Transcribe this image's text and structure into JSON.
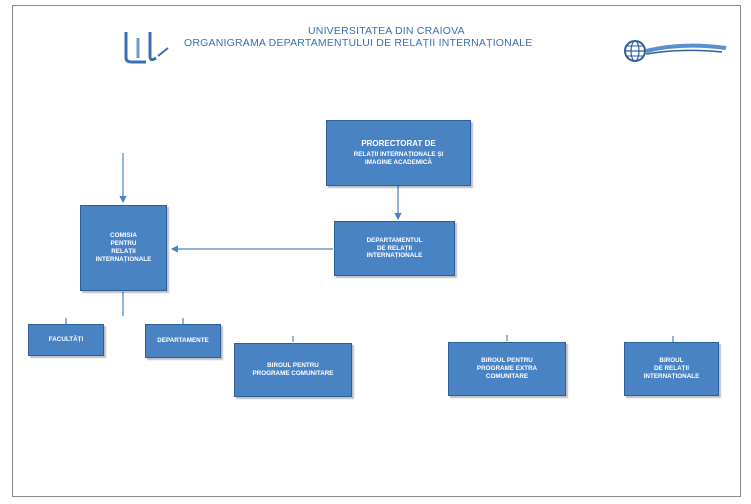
{
  "header": {
    "line1": "UNIVERSITATEA DIN CRAIOVA",
    "line2": "ORGANIGRAMA DEPARTAMENTULUI DE RELAȚII INTERNAȚIONALE"
  },
  "logos": {
    "left": "university-logo",
    "right": "globe-logo"
  },
  "colors": {
    "box": "#4a83c4",
    "line": "#4a83c4",
    "title": "#3a6fb0"
  },
  "nodes": {
    "prorectorat": {
      "title": "PRORECTORAT DE",
      "line1": "RELAȚII INTERNAȚIONALE ȘI",
      "line2": "IMAGINE ACADEMICĂ"
    },
    "departament": {
      "line1": "DEPARTAMENTUL",
      "line2": "DE RELAȚII",
      "line3": "INTERNAȚIONALE"
    },
    "comisie": {
      "line1": "COMISIA",
      "line2": "PENTRU",
      "line3": "RELAȚII",
      "line4": "INTERNAȚIONALE"
    },
    "facultati": {
      "line1": "FACULTĂȚI"
    },
    "departamente": {
      "line1": "DEPARTAMENTE"
    },
    "biroul_programe": {
      "line1": "BIROUL PENTRU",
      "line2": "PROGRAME COMUNITARE"
    },
    "biroul_mobilitati": {
      "line1": "BIROUL PENTRU",
      "line2": "PROGRAME EXTRA",
      "line3": "COMUNITARE"
    },
    "biroul_relatii": {
      "line1": "BIROUL",
      "line2": "DE RELAȚII",
      "line3": "INTERNAȚIONALE"
    }
  }
}
